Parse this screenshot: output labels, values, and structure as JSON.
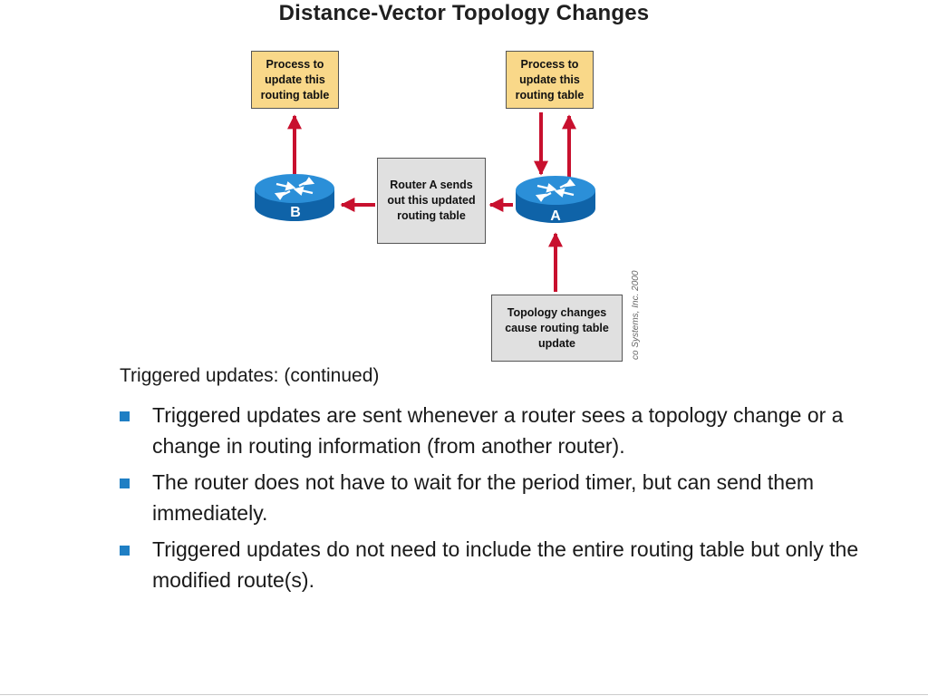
{
  "title": "Distance-Vector Topology Changes",
  "diagram": {
    "box_process_b": "Process to update this routing table",
    "box_process_a": "Process to update this routing table",
    "box_sends": "Router A sends out this updated routing table",
    "box_topology": "Topology changes cause routing table update",
    "router_b_label": "B",
    "router_a_label": "A",
    "copyright": "co Systems, Inc. 2000",
    "colors": {
      "arrow": "#c8102e",
      "router": "#1577c6",
      "process_box": "#f9d889",
      "info_box": "#e0e0e0"
    }
  },
  "text": {
    "intro": "Triggered updates: (continued)",
    "bullets": [
      "Triggered updates are sent whenever a router sees a topology change or a change in routing information (from another router).",
      "The router does not have to wait for the period timer, but can send them immediately.",
      "Triggered updates do not need to include the entire routing table but only the modified route(s)."
    ]
  }
}
